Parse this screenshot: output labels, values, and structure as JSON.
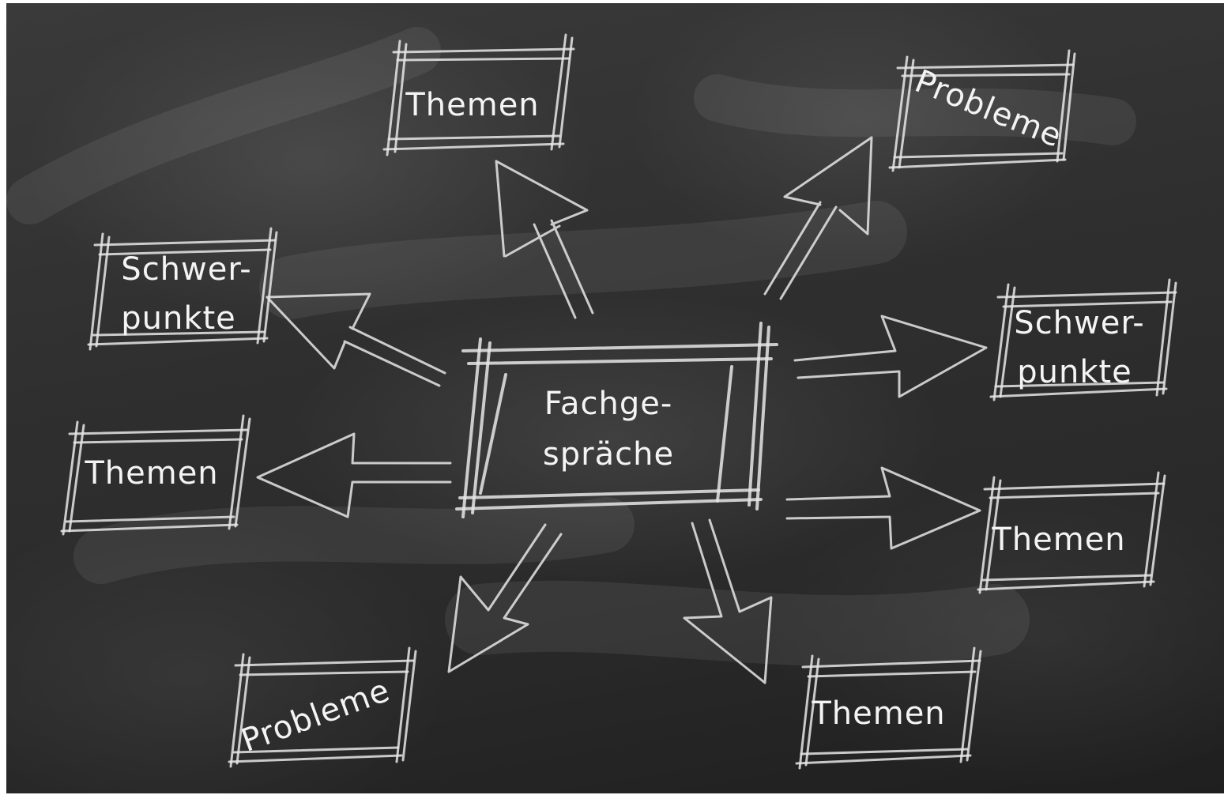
{
  "labels": {
    "center_line1": "Fachge-",
    "center_line2": "spräche",
    "top_themen": "Themen",
    "top_right_probleme": "Probleme",
    "left_schwer_line1": "Schwer-",
    "left_schwer_line2": "punkte",
    "left_themen": "Themen",
    "bottom_left_probleme": "Probleme",
    "right_schwer_line1": "Schwer-",
    "right_schwer_line2": "punkte",
    "right_themen": "Themen",
    "bottom_right_themen": "Themen"
  },
  "colors": {
    "board": "#2f2f2f",
    "chalk": "#e6e6e6"
  }
}
